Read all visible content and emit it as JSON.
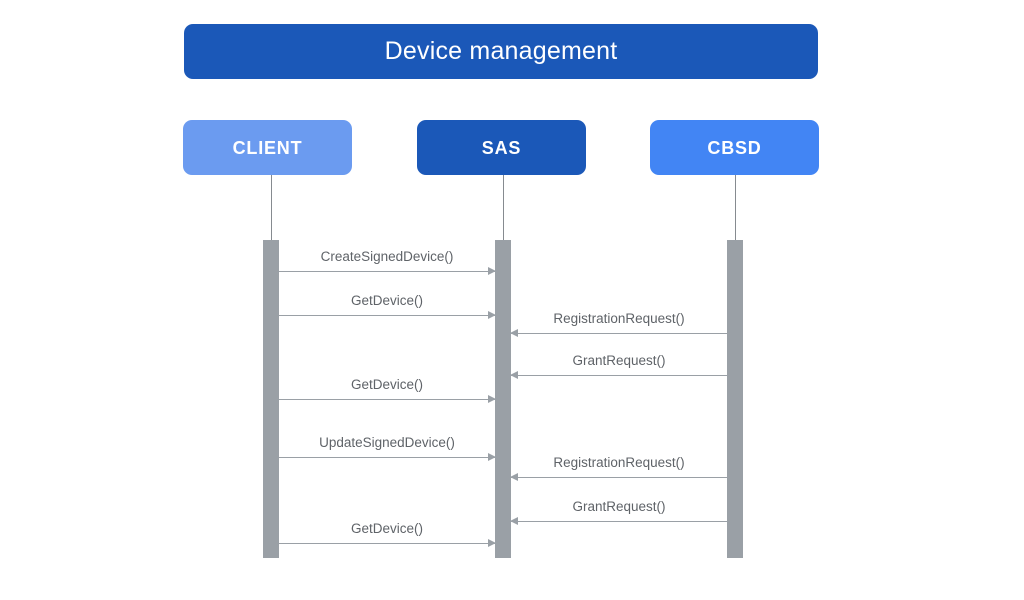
{
  "diagram": {
    "type": "sequence-diagram",
    "title": "Device management",
    "colors": {
      "title_banner": "#1b58b8",
      "client_box": "#6b9bf0",
      "sas_box": "#1b58b8",
      "cbsd_box": "#4285f4",
      "activation_bar": "#9aa0a6",
      "arrow": "#9aa0a6",
      "label_text": "#5f6368",
      "background": "#ffffff"
    },
    "participants": [
      {
        "id": "client",
        "label": "CLIENT"
      },
      {
        "id": "sas",
        "label": "SAS"
      },
      {
        "id": "cbsd",
        "label": "CBSD"
      }
    ],
    "messages": [
      {
        "seq": 1,
        "label": "CreateSignedDevice()",
        "from": "client",
        "to": "sas",
        "direction": "right"
      },
      {
        "seq": 2,
        "label": "GetDevice()",
        "from": "client",
        "to": "sas",
        "direction": "right"
      },
      {
        "seq": 3,
        "label": "RegistrationRequest()",
        "from": "cbsd",
        "to": "sas",
        "direction": "left"
      },
      {
        "seq": 4,
        "label": "GrantRequest()",
        "from": "cbsd",
        "to": "sas",
        "direction": "left"
      },
      {
        "seq": 5,
        "label": "GetDevice()",
        "from": "client",
        "to": "sas",
        "direction": "right"
      },
      {
        "seq": 6,
        "label": "UpdateSignedDevice()",
        "from": "client",
        "to": "sas",
        "direction": "right"
      },
      {
        "seq": 7,
        "label": "RegistrationRequest()",
        "from": "cbsd",
        "to": "sas",
        "direction": "left"
      },
      {
        "seq": 8,
        "label": "GrantRequest()",
        "from": "cbsd",
        "to": "sas",
        "direction": "left"
      },
      {
        "seq": 9,
        "label": "GetDevice()",
        "from": "client",
        "to": "sas",
        "direction": "right"
      }
    ]
  }
}
